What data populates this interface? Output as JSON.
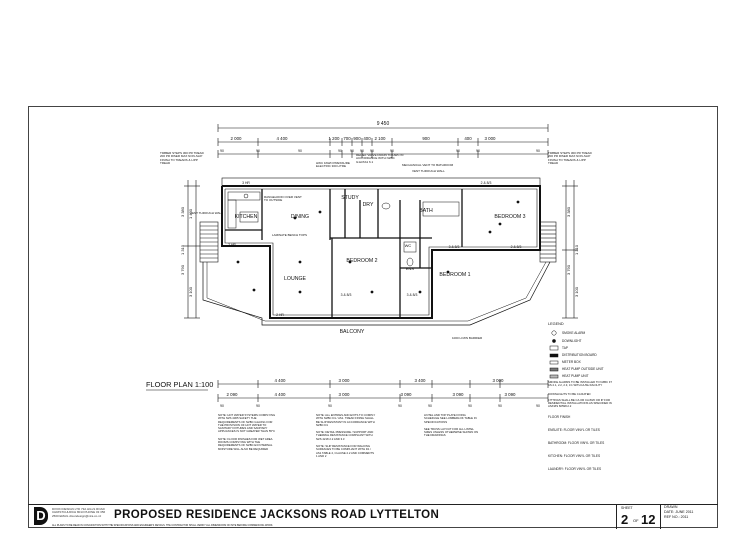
{
  "plan": {
    "overall_width": "9 450",
    "top_dims": [
      "2 000",
      "4 400",
      "1 200",
      "700",
      "900",
      "400",
      "2 100",
      "900",
      "400",
      "3 000"
    ],
    "top_offsets": [
      "90",
      "90",
      "90",
      "90",
      "90",
      "90",
      "90",
      "90",
      "90",
      "90",
      "90"
    ],
    "left_dims": [
      "3 380",
      "1 400",
      "1 310",
      "3 790",
      "3 100"
    ],
    "right_dims": [
      "3 380",
      "1 310",
      "3 790",
      "3 100"
    ],
    "bottom_row1": [
      "4 400",
      "3 000",
      "3 400",
      "3 000"
    ],
    "bottom_row2": [
      "2 090",
      "4 400",
      "3 000",
      "3 090",
      "3 090",
      "3 090"
    ],
    "bottom_offsets": [
      "90",
      "90",
      "90",
      "90",
      "90",
      "90",
      "90",
      "90"
    ],
    "rooms": {
      "kitchen": "KITCHEN",
      "dining": "DINING",
      "lounge": "LOUNGE",
      "study": "STUDY",
      "dry": "DRY",
      "bath": "BATH",
      "bedroom3": "BEDROOM 3",
      "bedroom2": "BEDROOM 2",
      "bedroom1": "BEDROOM 1",
      "wc": "WC",
      "ens": "ENS",
      "balcony": "BALCONY"
    },
    "notes": {
      "timber_steps_left": "TIMBER STEPS 300 PR TREAD 200 PR RISER MAX NON-SLIP FINISH TO TREADS & LIPP TREAD",
      "timber_steps_right": "TIMBER STEPS 300 PR TREAD 200 PR RISER MAX NON-SLIP FINISH TO TREADS & LIPP TREAD",
      "rangehood": "RANGEHOOD OVER VENT TO OUTSIDE",
      "laminate": "LAMINATE BENCH TOPS",
      "vent_wall": "VENT THROUGH WALL",
      "hwc": "HWC FAWN PRESSURE ELECTRIC 300 LITRE",
      "relief": "RELIEF VALVE DRAIN TO HWC IN ACCORDANCE WITH NZBC G12/AS1 6.1",
      "mech_vent": "MECHANICAL VENT TO BATHROOM",
      "vent_wall2": "VENT THROUGH WALL",
      "barrier": "1000 H MIN BARRIER"
    },
    "windows": [
      "2 HR",
      "2 HR",
      "3 HR",
      "3 & 8/3",
      "3 & 8/3",
      "2 & 8/3",
      "3 & 8/3",
      "2 & 8/3"
    ],
    "floor_plan_label": "FLOOR PLAN 1:100"
  },
  "legend": {
    "title": "LEGEND",
    "items": [
      {
        "icon": "smoke-alarm",
        "text": "SMOKE ALARM"
      },
      {
        "icon": "downlight",
        "text": "DOWNLIGHT"
      },
      {
        "icon": "tap",
        "text": "TAP"
      },
      {
        "icon": "distribution-board",
        "text": "DISTRIBUTION BOARD"
      },
      {
        "icon": "meter-box",
        "text": "METER BOX"
      },
      {
        "icon": "heat-pump-outside",
        "text": "HEAT PUMP OUTSIDE UNIT"
      },
      {
        "icon": "heat-pump-unit",
        "text": "HEAT PUMP UNIT"
      }
    ],
    "smoke_note": "SMOKE ALARMS TO BE INSTALLED TO NZBC F7 AS 2.1, 2.2, 2.3, 3.1 WITH HUSH FACILITY",
    "downlight_note": "DOWNLIGHTS TO BE CA RATED",
    "fitting_note": "FITTINGS SHALL BE CA OR CA 80/0 OR IP FOR RESIDENTIAL INSTALLATIONS AS SPECIFIED IN AS/NZS 60598.2.2",
    "floor_finish_title": "FLOOR FINISH",
    "finishes": [
      "ENSUITE: FLOOR VINYL OR TILES",
      "BATHROOM: FLOOR VINYL OR TILES",
      "KITCHEN: FLOOR VINYL OR TILES",
      "LAUNDRY: FLOOR VINYL OR TILES"
    ]
  },
  "bottom_notes": {
    "col1": "NOTE: HOT WATER SYSTEMS COMPLYING WITH NZS 4305 SAFETY THE REQUIREMENTS OF NZBC G12/AS1 FOR THE PROVISION OF HOT WATER TO SANITARY FIXTURES AND SANITARY APPLIANCES IS NOT GREATER THAN 55°C",
    "col1b": "NOTE: FLOOR FINISHES FOR WET AREA ROOMS COMPLYING WITH THE REQUIREMENTS OF NZBC E3 INTERNAL MOISTURE WILL ALSO BE REQUIRED",
    "col2": "NOTE: ALL ENTRIES AND EXITS TO COMPLY WITH NZBC D1 / AS1. TREAD FINISH SHALL BE SLIP RESISTANT IN ACCORDANCE WITH NZBC D1",
    "col2b": "NOTE: DETAIL PRESSURE / SUPPORT AND THERMAL RESISTANCE COMPLIANT WITH NZS 4218 2.2 AND 3.3",
    "col2c": "NOTE: SLIP RESISTANCE FOR WALKING SURFACES TO BE COMPLIANT WITH D1 / AS1 TABLE 2, CLAUSE 2.2 AND COMMENTS 1 AND 2",
    "col3": "LINTEL AND TOP PLATE FIXING SCHEDULE SEE LUMBERLOK TABLE IN SPECIFICATIONS",
    "col3b": "SEE TRUSS LAYOUT FOR ALL LINTEL SIZES UNLESS OTHERWISE SHOWN ON THE DRAWINGS"
  },
  "title_block": {
    "logo": "D",
    "firm": "DIXON DESIGN LTD 73A HILLS ROAD CHRISTCHURCH 8013 PHONE 03 356 2500 EMAIL dixondesign@xtra.co.nz",
    "disclaimer": "ALL PLANS TO BE READ IN CONJUNCTION WITH THE SPECIFICATIONS AND ENGINEER'S DETAILS. THE CONTRACTOR SHALL VERIFY ALL DIMENSIONS ON SITE BEFORE COMMENCING WORK.",
    "project_title": "PROPOSED RESIDENCE   JACKSONS ROAD   LYTTELTON",
    "sheet_label": "SHEET",
    "sheet_no": "2",
    "of": "OF",
    "sheet_total": "12",
    "drawn_label": "DRAWN",
    "date": "DATE: JUNE 2011",
    "ref": "REF NO.: 2011"
  }
}
